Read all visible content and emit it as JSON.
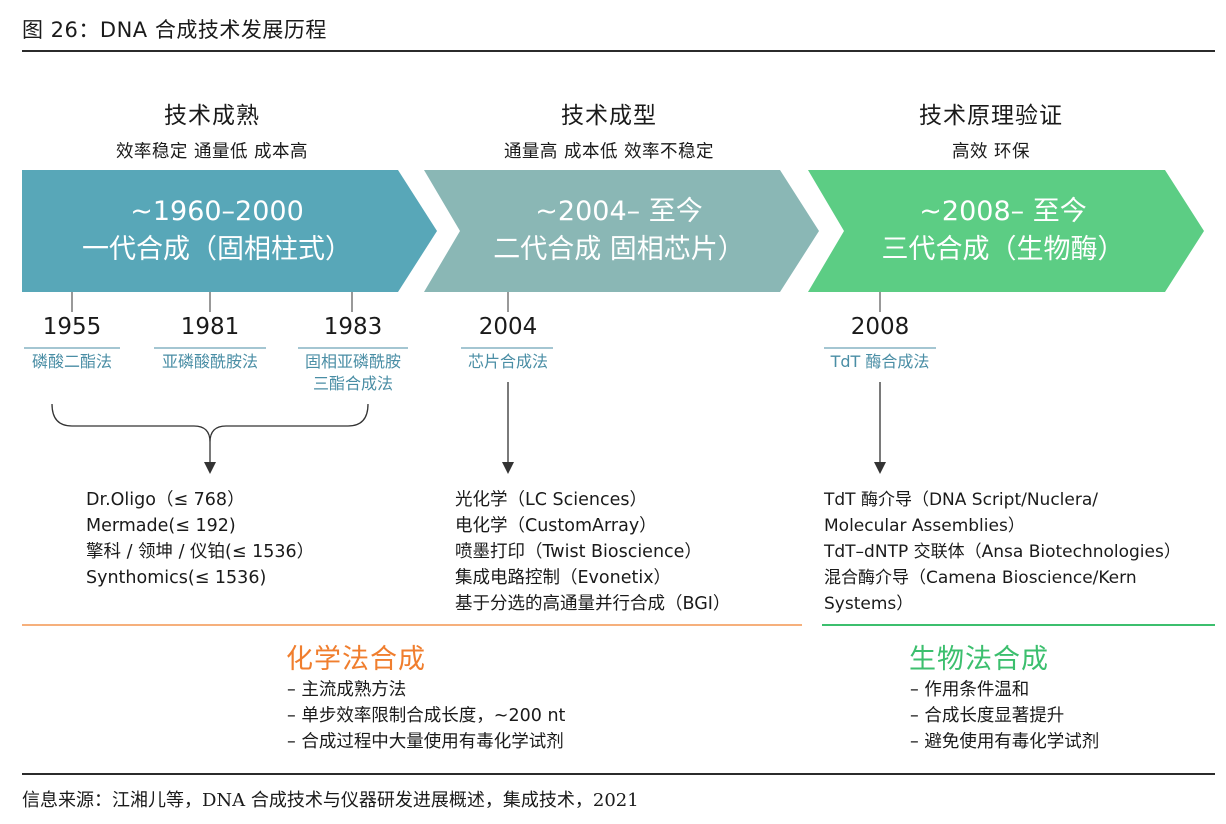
{
  "figure_title": "图 26：DNA 合成技术发展历程",
  "phases": [
    {
      "title": "技术成熟",
      "subtitle": "效率稳定 通量低 成本高"
    },
    {
      "title": "技术成型",
      "subtitle": "通量高 成本低 效率不稳定"
    },
    {
      "title": "技术原理验证",
      "subtitle": "高效 环保"
    }
  ],
  "arrows": [
    {
      "line1": "~1960–2000",
      "line2": "一代合成（固相柱式）",
      "color": "#58a7b8"
    },
    {
      "line1": "~2004– 至今",
      "line2": "二代合成 固相芯片）",
      "color": "#8ab7b5"
    },
    {
      "line1": "~2008– 至今",
      "line2": "三代合成（生物酶）",
      "color": "#5ccd84"
    }
  ],
  "milestones": [
    {
      "year": "1955",
      "method": "磷酸二酯法"
    },
    {
      "year": "1981",
      "method": "亚磷酸酰胺法"
    },
    {
      "year": "1983",
      "method_lines": [
        "固相亚磷酰胺",
        "三酯合成法"
      ]
    },
    {
      "year": "2004",
      "method": "芯片合成法"
    },
    {
      "year": "2008",
      "method": "TdT 酶合成法"
    }
  ],
  "gen1_examples": [
    "Dr.Oligo（≤ 768）",
    "Mermade(≤ 192)",
    "擎科 / 领坤 / 仪铂(≤ 1536）",
    "Synthomics(≤ 1536)"
  ],
  "gen2_examples": [
    "光化学（LC Sciences）",
    "电化学（CustomArray）",
    "喷墨打印（Twist Bioscience）",
    "集成电路控制（Evonetix）",
    "基于分选的高通量并行合成（BGI）"
  ],
  "gen3_examples": [
    "TdT 酶介导（DNA Script/Nuclera/",
    "Molecular Assemblies）",
    "TdT–dNTP 交联体（Ansa Biotechnologies）",
    "混合酶介导（Camena Bioscience/Kern",
    " Systems）"
  ],
  "categories": {
    "chemical": {
      "title": "化学法合成",
      "color": "#f07e2e",
      "points": [
        "– 主流成熟方法",
        "– 单步效率限制合成长度，~200 nt",
        "– 合成过程中大量使用有毒化学试剂"
      ]
    },
    "biological": {
      "title": "生物法合成",
      "color": "#3cbf6e",
      "points": [
        "– 作用条件温和",
        "– 合成长度显著提升",
        "– 避免使用有毒化学试剂"
      ]
    }
  },
  "source": "信息来源：江湘儿等，DNA 合成技术与仪器研发进展概述，集成技术，2021"
}
